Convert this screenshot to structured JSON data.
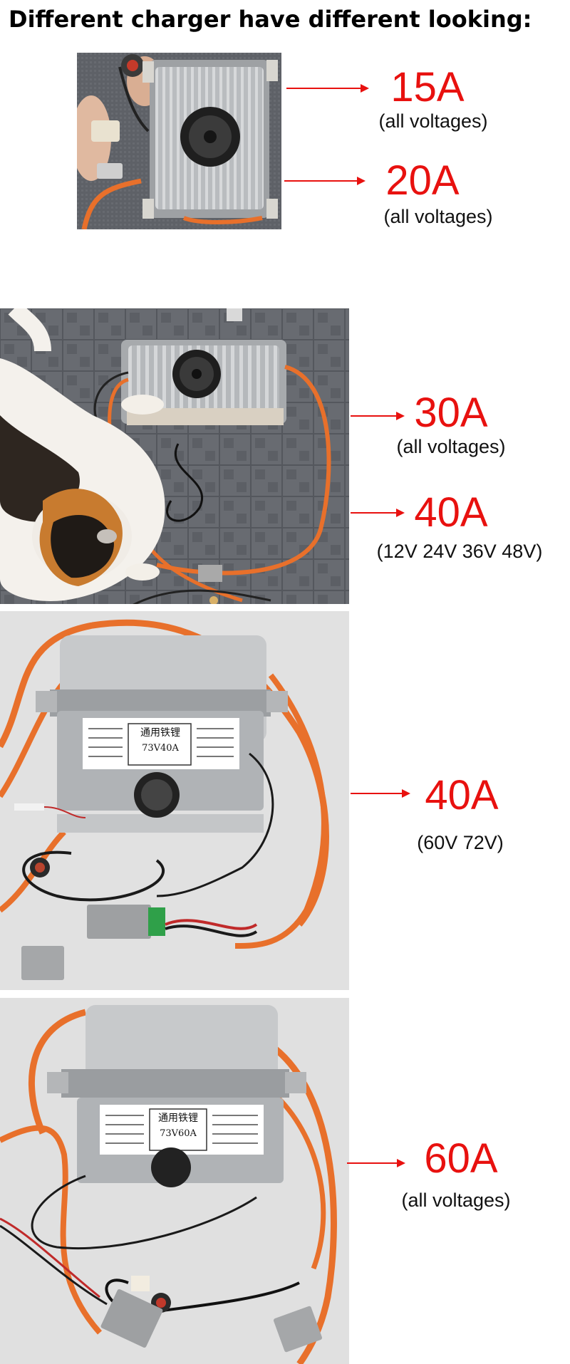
{
  "page": {
    "title": "Different charger have different looking:"
  },
  "colors": {
    "accent_red": "#e8110f",
    "cable_orange": "#e8702b",
    "housing_silver": "#c9cbcd"
  },
  "chargers": [
    {
      "id": "charger-1",
      "photo_kind": "small-fan-charger-on-carpet",
      "ratings": [
        {
          "amps": "15A",
          "voltages": "(all voltages)"
        },
        {
          "amps": "20A",
          "voltages": "(all voltages)"
        }
      ]
    },
    {
      "id": "charger-2",
      "photo_kind": "fan-charger-with-cat-on-carpet",
      "ratings": [
        {
          "amps": "30A",
          "voltages": "(all voltages)"
        },
        {
          "amps": "40A",
          "voltages": "(12V 24V 36V 48V)"
        }
      ]
    },
    {
      "id": "charger-3",
      "photo_kind": "large-charger-orange-cables",
      "label_top": "通用铁锂",
      "label_bottom": "73V40A",
      "ratings": [
        {
          "amps": "40A",
          "voltages": "(60V 72V)"
        }
      ]
    },
    {
      "id": "charger-4",
      "photo_kind": "large-charger-orange-cables",
      "label_top": "通用铁锂",
      "label_bottom": "73V60A",
      "ratings": [
        {
          "amps": "60A",
          "voltages": "(all voltages)"
        }
      ]
    }
  ]
}
